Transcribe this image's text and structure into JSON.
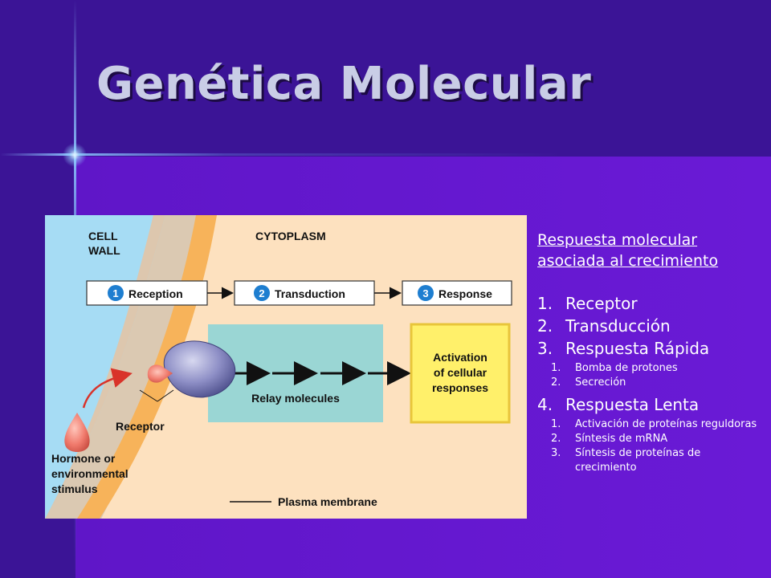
{
  "slide": {
    "title": "Genética Molecular",
    "colors": {
      "background": "#5a1fb8",
      "title": "#c9cde6",
      "text": "#ffffff"
    }
  },
  "figure": {
    "cell_wall_label": "CELL\nWALL",
    "cell_wall_line1": "CELL",
    "cell_wall_line2": "WALL",
    "cytoplasm_label": "CYTOPLASM",
    "stages": [
      {
        "number": "1",
        "label": "Reception"
      },
      {
        "number": "2",
        "label": "Transduction"
      },
      {
        "number": "3",
        "label": "Response"
      }
    ],
    "relay_label": "Relay molecules",
    "response_box": [
      "Activation",
      "of cellular",
      "responses"
    ],
    "receptor_label": "Receptor",
    "hormone_label": [
      "Hormone or",
      "environmental",
      "stimulus"
    ],
    "membrane_label": "Plasma membrane",
    "colors": {
      "wall": "#a6dcf4",
      "membrane": "#f7b35a",
      "cytoplasm": "#fde1bf",
      "relay": "#9ad6d4",
      "response": "#fff06a",
      "badge": "#1e7ed0",
      "receptor": "#8e8fc6",
      "hormone": "#f07a6c"
    }
  },
  "notes": {
    "heading": "Respuesta molecular asociada al crecimiento",
    "items": [
      {
        "number": "1.",
        "label": "Receptor",
        "sub": []
      },
      {
        "number": "2.",
        "label": "Transducción",
        "sub": []
      },
      {
        "number": "3.",
        "label": "Respuesta Rápida",
        "sub": [
          {
            "number": "1.",
            "label": "Bomba de protones"
          },
          {
            "number": "2.",
            "label": "Secreción"
          }
        ]
      },
      {
        "number": "4.",
        "label": "Respuesta Lenta",
        "sub": [
          {
            "number": "1.",
            "label": "Activación de proteínas reguldoras"
          },
          {
            "number": "2.",
            "label": "Síntesis de mRNA"
          },
          {
            "number": "3.",
            "label": "Síntesis de proteínas de crecimiento"
          }
        ]
      }
    ]
  }
}
